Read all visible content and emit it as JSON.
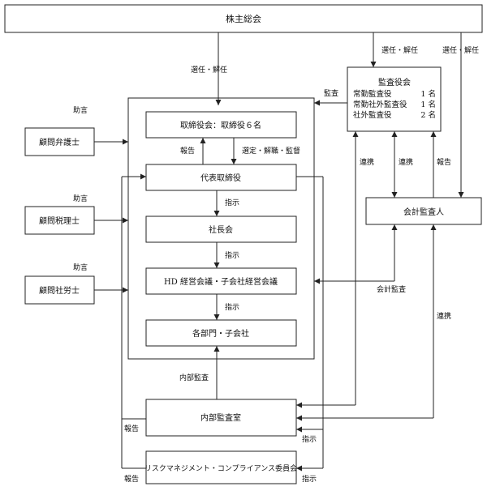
{
  "boxes": {
    "shareholders": "株主総会",
    "auditors_board_title": "監査役会",
    "auditors_board_rows": [
      {
        "label": "常勤監査役",
        "count": "1 名"
      },
      {
        "label": "常勤社外監査役",
        "count": "1 名"
      },
      {
        "label": "社外監査役",
        "count": "2 名"
      }
    ],
    "board_of_directors": "取締役会：取締役６名",
    "representative_director": "代表取締役",
    "presidents_meeting": "社長会",
    "management_meeting": "HD 経営会議・子会社経営会議",
    "departments": "各部門・子会社",
    "accounting_auditor": "会計監査人",
    "advisor_lawyer": "顧問弁護士",
    "advisor_tax": "顧問税理士",
    "advisor_labor": "顧問社労士",
    "internal_audit": "内部監査室",
    "risk_committee": "リスクマネジメント・コンプライアンス委員会"
  },
  "labels": {
    "appoint_dismiss_board": "選任・解任",
    "appoint_dismiss_auditors": "選任・解任",
    "appoint_dismiss_accounting": "選任・解任",
    "audit": "監査",
    "report_to_board": "報告",
    "select_supervise": "選定・解職・監督",
    "instruct_1": "指示",
    "instruct_2": "指示",
    "instruct_3": "指示",
    "cooperation_1": "連携",
    "cooperation_2": "連携",
    "cooperation_3": "連携",
    "report_accounting": "報告",
    "accounting_audit": "会計監査",
    "internal_audit_label": "内部監査",
    "report_internal": "報告",
    "instruct_internal": "指示",
    "report_risk": "報告",
    "instruct_risk": "指示",
    "advice_1": "助言",
    "advice_2": "助言",
    "advice_3": "助言"
  }
}
